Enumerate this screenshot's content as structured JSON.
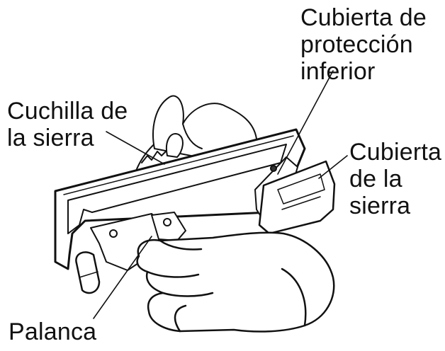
{
  "labels": {
    "blade": [
      "Cuchilla de",
      "la sierra"
    ],
    "lower_guard": [
      "Cubierta de",
      "protección",
      "inferior"
    ],
    "saw_cover": [
      "Cubierta",
      "de la",
      "sierra"
    ],
    "lever": [
      "Palanca"
    ]
  },
  "colors": {
    "line": "#111111",
    "background": "#ffffff"
  }
}
